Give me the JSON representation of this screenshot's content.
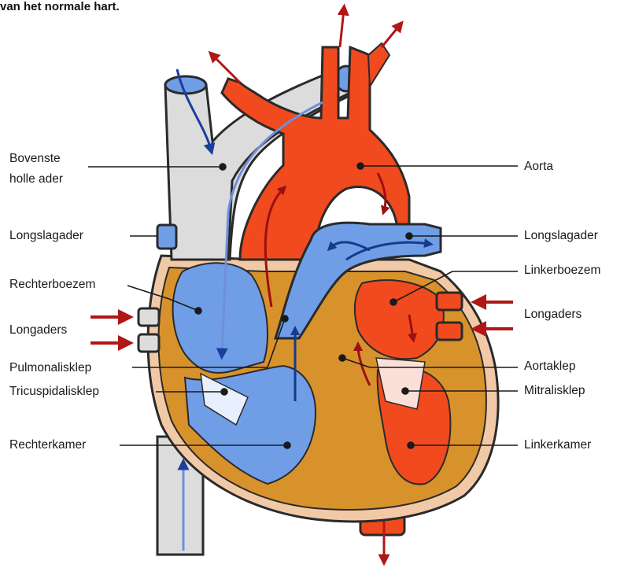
{
  "caption": "van het normale hart.",
  "labels": {
    "bovenste_line1": "Bovenste",
    "bovenste_line2": "holle ader",
    "longslagader_left": "Longslagader",
    "rechterboezem": "Rechterboezem",
    "longaders_left": "Longaders",
    "pulmonalisklep": "Pulmonalisklep",
    "tricuspidalisklep": "Tricuspidalisklep",
    "rechterkamer": "Rechterkamer",
    "aorta": "Aorta",
    "longslagader_right": "Longslagader",
    "linkerboezem": "Linkerboezem",
    "longaders_right": "Longaders",
    "aortaklep": "Aortaklep",
    "mitralisklep": "Mitralisklep",
    "linkerkamer": "Linkerkamer"
  },
  "colors": {
    "oxygenated": "#f04a1e",
    "deoxygenated": "#6f9ee6",
    "muscle": "#d8922c",
    "vessel_grey": "#dcdcdc",
    "outline": "#2a2a2a",
    "pericardium": "#f2c9a6",
    "arrow_red": "#b01717",
    "arrow_blue": "#1b3f9e"
  }
}
